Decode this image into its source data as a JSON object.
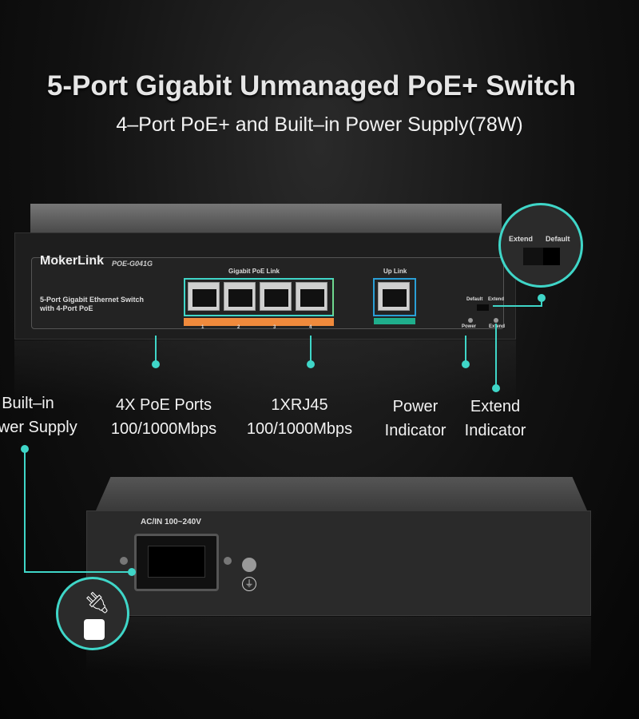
{
  "header": {
    "title": "5-Port Gigabit Unmanaged PoE+ Switch",
    "subtitle": "4–Port  PoE+ and Built–in Power Supply(78W)"
  },
  "device": {
    "brand": "MokerLink",
    "model": "POE-G041G",
    "description_line1": "5-Port Gigabit Ethernet Switch",
    "description_line2": "with 4-Port PoE",
    "poe_group_label": "Gigabit PoE Link",
    "uplink_label": "Up Link",
    "port_numbers": [
      "1",
      "2",
      "3",
      "4"
    ],
    "switch_labels": {
      "default": "Default",
      "extend": "Extend"
    },
    "led_labels": {
      "power": "Power",
      "extend": "Extend"
    },
    "zoom_labels": {
      "extend": "Extend",
      "default": "Default"
    },
    "ac_label": "AC/IN 100~240V"
  },
  "callouts": {
    "power_supply": {
      "line1": "Built–in",
      "line2": "Power Supply"
    },
    "poe_ports": {
      "line1": "4X PoE Ports",
      "line2": "100/1000Mbps"
    },
    "uplink": {
      "line1": "1XRJ45",
      "line2": "100/1000Mbps"
    },
    "power_indicator": {
      "line1": "Power",
      "line2": "Indicator"
    },
    "extend_indicator": {
      "line1": "Extend",
      "line2": "Indicator"
    }
  },
  "colors": {
    "accent": "#3fd6c8",
    "poe_strip": "#f08a3c",
    "uplink_strip": "#1fae8c"
  }
}
